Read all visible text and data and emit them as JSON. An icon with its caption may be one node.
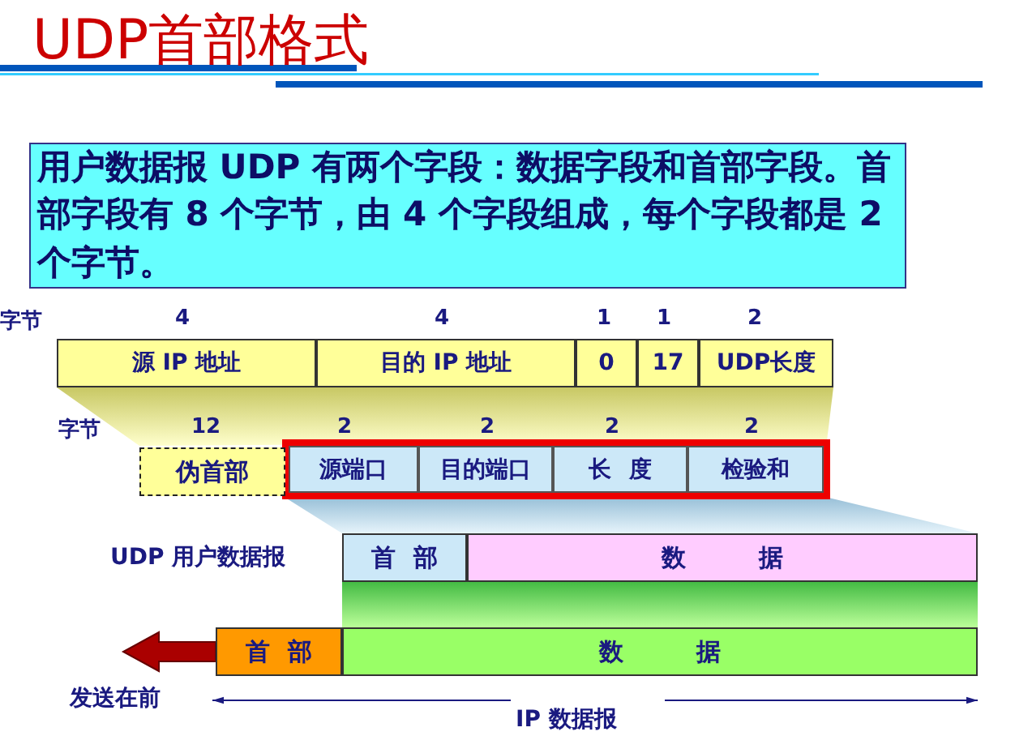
{
  "diagram": {
    "title": "UDP首部格式",
    "nodes": [
      {
        "text": [
          "用户数据报 UDP 有两个字段：数据字段和首部字段。首部字段有 8 个字节，由 4 个字段组成，每个字段都是 2 个字节。"
        ]
      },
      {
        "text": [
          "源 IP 地址"
        ]
      },
      {
        "text": [
          "目的 IP 地址"
        ]
      },
      {
        "text": [
          "0"
        ]
      },
      {
        "text": [
          "17"
        ]
      },
      {
        "text": [
          "UDP长度"
        ]
      },
      {
        "text": [
          "伪首部"
        ]
      },
      {
        "text": [
          "源端口"
        ]
      },
      {
        "text": [
          "目的端口"
        ]
      },
      {
        "text": [
          "长 度"
        ]
      },
      {
        "text": [
          "检验和"
        ]
      },
      {
        "text": [
          "首 部"
        ]
      },
      {
        "text": [
          "数 据"
        ]
      },
      {
        "text": [
          "首 部"
        ]
      },
      {
        "text": [
          "数 据"
        ]
      }
    ],
    "labels": [
      "字节",
      "4",
      "4",
      "1",
      "1",
      "2",
      "字节",
      "12",
      "2",
      "2",
      "2",
      "2",
      "UDP 用户数据报",
      "发送在前",
      "IP 数据报"
    ]
  }
}
